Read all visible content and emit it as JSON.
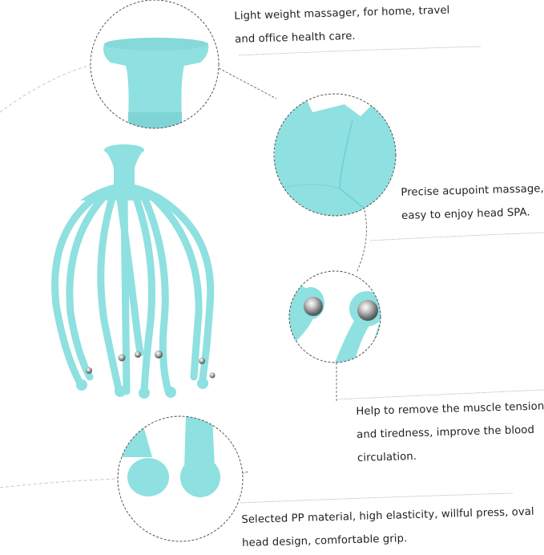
{
  "product": {
    "name": "scalp massager",
    "accent_color": "#8fe0e0",
    "shadow_color": "#6fcfd2",
    "ball_color": "#9a9a9a"
  },
  "captions": [
    {
      "id": "lightweight",
      "lines": [
        "Light weight massager, for home, travel",
        "and office health care."
      ]
    },
    {
      "id": "acupoint",
      "lines": [
        "Precise acupoint massage,",
        "easy to enjoy head SPA."
      ]
    },
    {
      "id": "muscle",
      "lines": [
        "Help to remove the muscle tension",
        "and tiredness, improve the blood",
        "circulation."
      ]
    },
    {
      "id": "material",
      "lines": [
        "Selected PP material, high elasticity, willful press, oval",
        "head design, comfortable grip."
      ]
    }
  ],
  "detail_circles": [
    {
      "id": "handle-detail",
      "depicts": "handle top"
    },
    {
      "id": "joint-detail",
      "depicts": "prong joint"
    },
    {
      "id": "ball-detail",
      "depicts": "steel ball tips"
    },
    {
      "id": "tip-detail",
      "depicts": "rounded oval tips"
    }
  ]
}
